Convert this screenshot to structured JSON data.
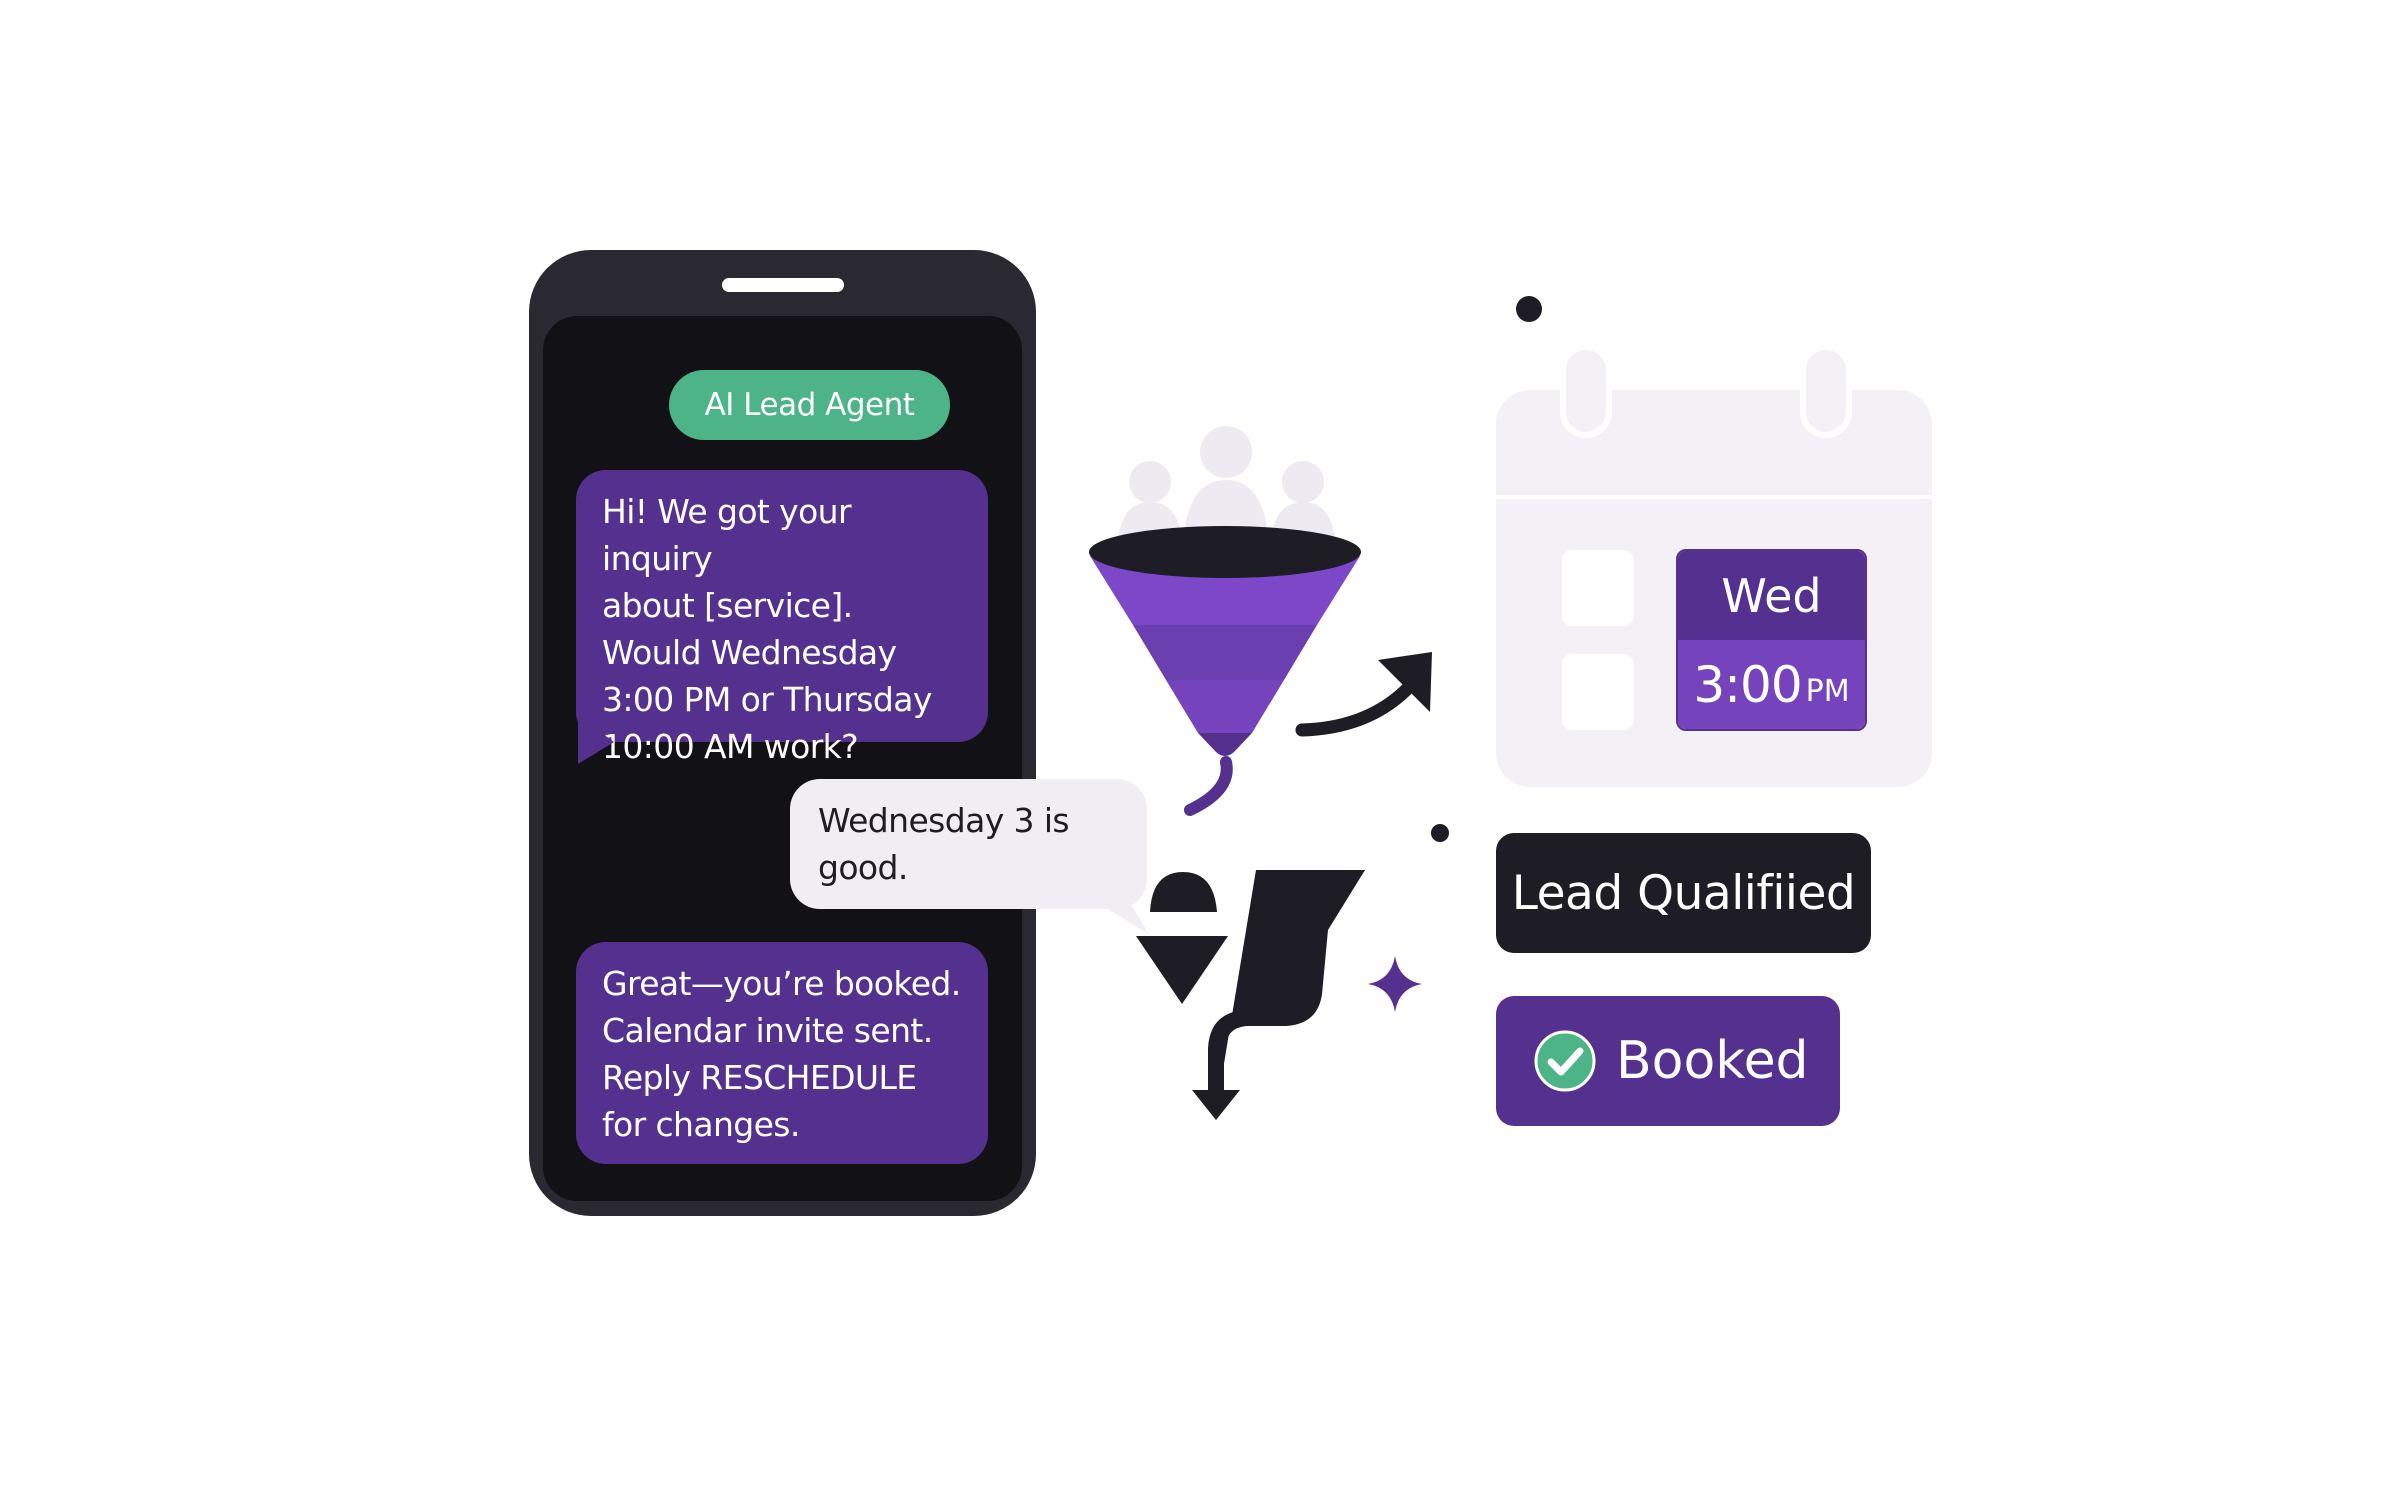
{
  "phone": {
    "badge_label": "AI Lead Agent",
    "messages": [
      {
        "sender": "agent",
        "text": "Hi! We got your inquiry\nabout [service].\nWould Wednesday\n3:00 PM or Thursday\n10:00 AM work?"
      },
      {
        "sender": "customer",
        "text": "Wednesday 3 is\ngood."
      },
      {
        "sender": "agent",
        "text": "Great—you’re booked.\nCalendar invite sent.\nReply RESCHEDULE\nfor changes."
      }
    ]
  },
  "calendar": {
    "day": "Wed",
    "time": "3:00",
    "ampm": "PM"
  },
  "status": {
    "qualified_label": "Lead Qualifiied",
    "booked_label": "Booked"
  },
  "colors": {
    "brand_purple": "#55318f",
    "light_purple": "#7544bd",
    "agent_green": "#4db488",
    "dark": "#1e1d25",
    "calendar_bg": "#f3f1f5"
  },
  "icons": {
    "funnel": "funnel-icon",
    "people": "people-group-icon",
    "arrow": "curved-arrow-icon",
    "split": "branching-funnel-icon",
    "sparkle": "sparkle-icon",
    "check": "check-circle-icon",
    "calendar": "calendar-icon"
  }
}
